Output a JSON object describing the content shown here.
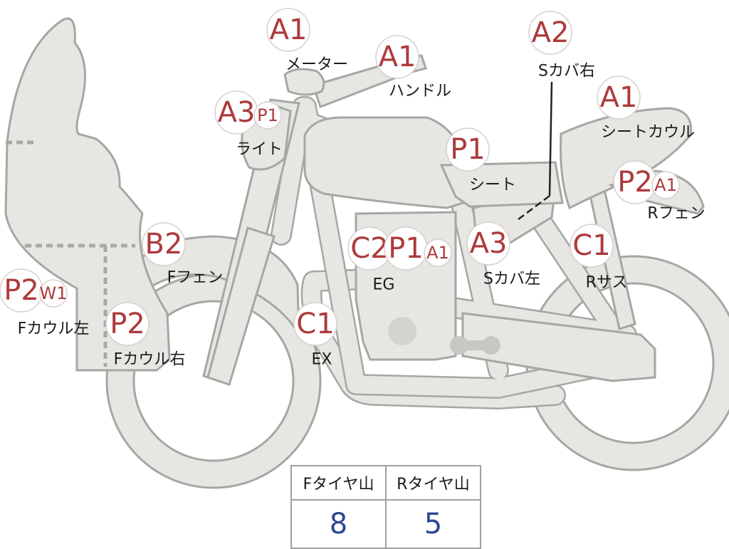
{
  "labels": {
    "meter": "メーター",
    "handle": "ハンドル",
    "s_cover_right": "Sカバ右",
    "light": "ライト",
    "seat_cowl": "シートカウル",
    "seat": "シート",
    "r_fender": "Rフェン",
    "f_fender": "Fフェン",
    "eg": "EG",
    "s_cover_left": "Sカバ左",
    "r_suspension": "Rサス",
    "f_cowl_left": "Fカウル左",
    "f_cowl_right": "Fカウル右",
    "ex": "EX"
  },
  "badges": {
    "meter": "A1",
    "handle": "A1",
    "s_cover_right": "A2",
    "seat_cowl": "A1",
    "light_a": "A3",
    "light_b": "P1",
    "seat": "P1",
    "r_fender_a": "P2",
    "r_fender_b": "A1",
    "f_fender": "B2",
    "eg_a": "C2",
    "eg_b": "P1",
    "eg_c": "A1",
    "s_cover_left": "A3",
    "r_suspension": "C1",
    "f_cowl_left_a": "P2",
    "f_cowl_left_b": "W1",
    "f_cowl_right": "P2",
    "ex": "C1"
  },
  "tire_table": {
    "front_header": "Fタイヤ山",
    "rear_header": "Rタイヤ山",
    "front_value": "8",
    "rear_value": "5"
  },
  "colors": {
    "part_fill": "#e6e6e3",
    "part_outline": "#a6a6a3",
    "badge_text": "#ad3a3c",
    "value_text": "#2f4794"
  }
}
